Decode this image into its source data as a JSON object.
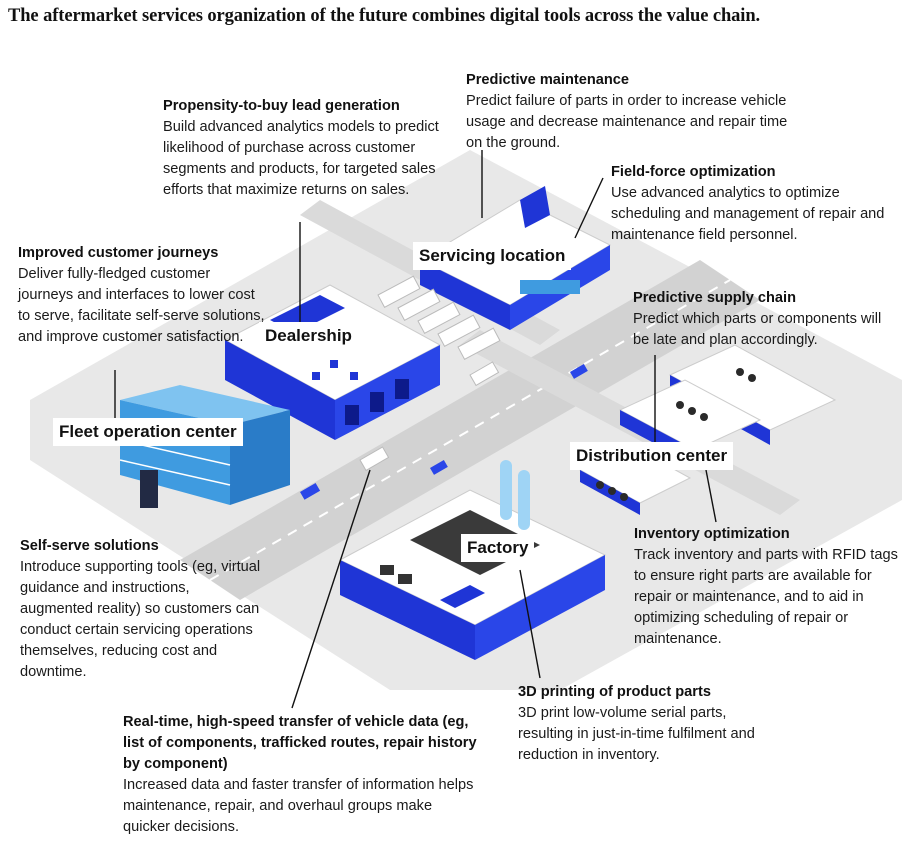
{
  "title": "The aftermarket services organization of the future combines digital tools across the value chain.",
  "locations": {
    "servicing": "Servicing location",
    "dealership": "Dealership",
    "fleet": "Fleet operation center",
    "distribution": "Distribution center",
    "factory": "Factory"
  },
  "callouts": {
    "predictive_maintenance": {
      "heading": "Predictive maintenance",
      "body": "Predict failure of parts in order to increase vehicle usage and decrease maintenance and repair time on the ground."
    },
    "propensity": {
      "heading": "Propensity-to-buy lead generation",
      "body": "Build advanced analytics models to predict likelihood of purchase across customer segments and products, for targeted sales efforts that maximize returns on sales."
    },
    "field_force": {
      "heading": "Field-force optimization",
      "body": "Use advanced analytics to optimize scheduling and management of repair and maintenance field personnel."
    },
    "customer_journeys": {
      "heading": "Improved customer journeys",
      "body": "Deliver fully-fledged customer journeys and interfaces to lower cost to serve, facilitate self-serve solutions, and improve customer satisfaction."
    },
    "supply_chain": {
      "heading": "Predictive supply chain",
      "body": "Predict which parts or components will be late and plan accordingly."
    },
    "inventory": {
      "heading": "Inventory optimization",
      "body": "Track inventory and parts with RFID tags to ensure right parts are available for repair or maintenance, and to aid in optimizing scheduling of repair or maintenance."
    },
    "self_serve": {
      "heading": "Self-serve solutions",
      "body": "Introduce supporting tools (eg, virtual guidance and instructions, augmented reality) so customers can conduct certain servicing operations themselves, reducing cost and downtime."
    },
    "printing": {
      "heading": "3D printing of product parts",
      "body": "3D print low-volume serial parts, resulting in just-in-time fulfilment and reduction in inventory."
    },
    "vehicle_data": {
      "heading": "Real-time, high-speed transfer of vehicle data (eg, list of components, trafficked routes, repair history by component)",
      "body": "Increased data and faster transfer of information helps maintenance, repair, and overhaul groups make quicker decisions."
    }
  },
  "colors": {
    "accent": "#1f35d6",
    "ground": "#e6e6e6",
    "road": "#cfcfcf",
    "roof": "#ffffff",
    "glass": "#3f9be0"
  }
}
